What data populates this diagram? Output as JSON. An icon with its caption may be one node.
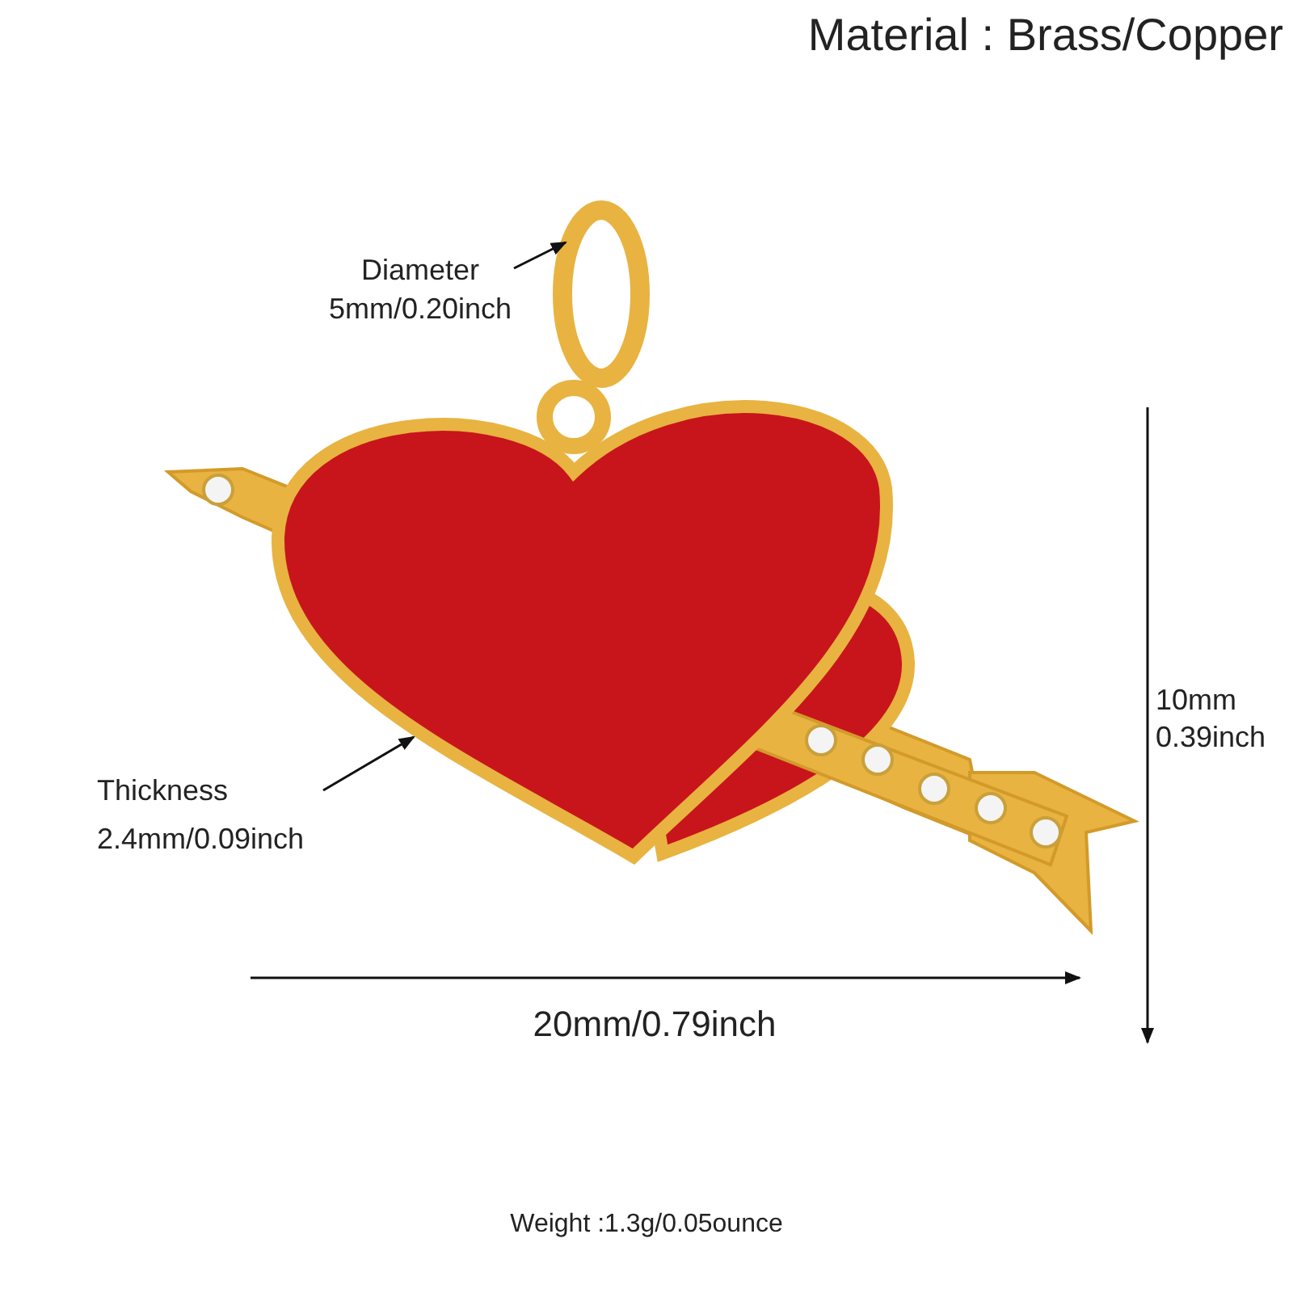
{
  "diagram": {
    "title": "Material : Brass/Copper",
    "nodes": [
      {
        "text": [
          "Diameter",
          "5mm/0.20inch"
        ]
      },
      {
        "text": [],
        "shape": "circle"
      },
      {
        "text": [
          "Thickness",
          "2.4mm/0.09inch"
        ]
      },
      {
        "text": [],
        "shape": "picture"
      }
    ],
    "edges": [
      {
        "from": 0,
        "to": 1,
        "arrow": "to"
      },
      {
        "from": 2,
        "to": 3,
        "arrow": "to"
      }
    ],
    "labels": [
      "10mm 0.39inch",
      "20mm/0.79inch",
      "Weight :1.3g/0.05ounce"
    ]
  }
}
